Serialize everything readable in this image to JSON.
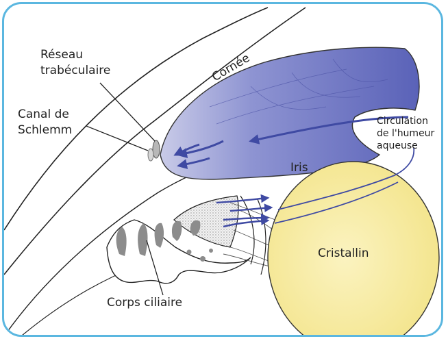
{
  "labels": {
    "trabecular_line1": "Réseau",
    "trabecular_line2": "trabéculaire",
    "cornea": "Cornée",
    "schlemm_line1": "Canal de",
    "schlemm_line2": "Schlemm",
    "circulation_line1": "Circulation",
    "circulation_line2": "de l'humeur",
    "circulation_line3": "aqueuse",
    "iris": "Iris",
    "lens": "Cristallin",
    "ciliary_body": "Corps ciliaire"
  },
  "colors": {
    "frame_border": "#5bb7e0",
    "iris_fill": "#7d84c9",
    "arrow": "#3f4aa3",
    "lens_fill": "#f7eda5",
    "ciliary_fill": "#8c8c8c",
    "outline": "#222222"
  }
}
